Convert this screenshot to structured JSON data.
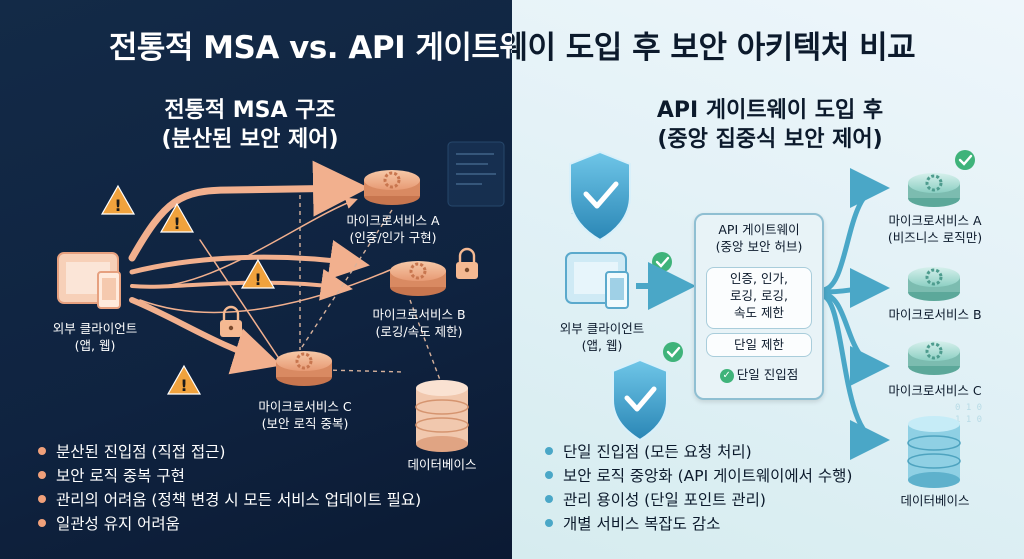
{
  "title": "전통적 MSA vs. API 게이트웨이 도입 후 보안 아키텍처 비교",
  "left": {
    "heading_line1": "전통적 MSA 구조",
    "heading_line2": "(분산된 보안 제어)",
    "client_line1": "외부 클라이언트",
    "client_line2": "(앱, 웹)",
    "svc_a_line1": "마이크로서비스 A",
    "svc_a_line2": "(인증/인가 구현)",
    "svc_b_line1": "마이크로서비스 B",
    "svc_b_line2": "(로깅/속도 제한)",
    "svc_c_line1": "마이크로서비스 C",
    "svc_c_line2": "(보안 로직 중복)",
    "db_label": "데이터베이스",
    "bullets": [
      "분산된 진입점 (직접 접근)",
      "보안 로직 중복 구현",
      "관리의 어려움 (정책 변경 시 모든 서비스 업데이트 필요)",
      "일관성 유지 어려움"
    ]
  },
  "right": {
    "heading_line1": "API 게이트웨이 도입 후",
    "heading_line2": "(중앙 집중식 보안 제어)",
    "client_line1": "외부 클라이언트",
    "client_line2": "(앱, 웹)",
    "gateway_title": "API 게이트웨이",
    "gateway_subtitle": "(중앙 보안 허브)",
    "gateway_features": [
      "인증, 인가,",
      "로깅, 로깅,",
      "속도 제한"
    ],
    "gateway_rate": "단일 제한",
    "gateway_entry": "단일 진입점",
    "svc_a_line1": "마이크로서비스 A",
    "svc_a_line2": "(비즈니스 로직만)",
    "svc_b_line1": "마이크로서비스 B",
    "svc_c_line1": "마이크로서비스 C",
    "db_label": "데이터베이스",
    "bullets": [
      "단일 진입점 (모든 요청 처리)",
      "보안 로직 중앙화 (API 게이트웨이에서 수행)",
      "관리 용이성 (단일 포인트 관리)",
      "개별 서비스 복잡도 감소"
    ]
  },
  "colors": {
    "left_bg": "#132a47",
    "right_bg": "#e3f2f6",
    "accent_orange": "#f0a07a",
    "accent_teal": "#4aa7c7",
    "check_green": "#3fb37a"
  }
}
